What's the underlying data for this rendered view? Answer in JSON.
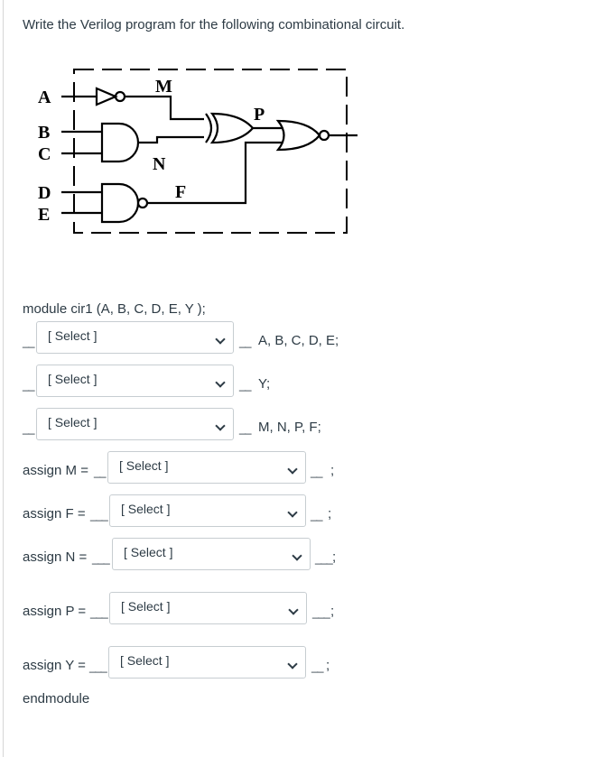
{
  "question": "Write the Verilog program for the following combinational circuit.",
  "circuit": {
    "inputs": [
      "A",
      "B",
      "C",
      "D",
      "E"
    ],
    "signals": [
      "M",
      "N",
      "F",
      "P"
    ],
    "output": "Y",
    "gates": [
      {
        "name": "M",
        "type": "NOT",
        "inputs": [
          "A"
        ]
      },
      {
        "name": "N",
        "type": "AND",
        "inputs": [
          "B",
          "C"
        ]
      },
      {
        "name": "F",
        "type": "NAND",
        "inputs": [
          "D",
          "E"
        ]
      },
      {
        "name": "P",
        "type": "XOR",
        "inputs": [
          "M",
          "N"
        ]
      },
      {
        "name": "Y",
        "type": "NOR",
        "inputs": [
          "P",
          "F"
        ]
      }
    ]
  },
  "code": {
    "module_line": "module cir1 (A, B, C, D, E, Y );",
    "select_placeholder": "[ Select ]",
    "blank": "__",
    "declarations": [
      {
        "prefix_blank": "__",
        "suffix_blank": "__",
        "suffix_text": "A, B, C, D, E;"
      },
      {
        "prefix_blank": "__",
        "suffix_blank": "__",
        "suffix_text": "Y;"
      },
      {
        "prefix_blank": "__",
        "suffix_blank": "__",
        "suffix_text": "M, N, P, F;"
      }
    ],
    "assigns": [
      {
        "label": "assign M =",
        "blank": "__",
        "end_blank": "__",
        "end": ";"
      },
      {
        "label": "assign F =",
        "blank": "___",
        "end_blank": "__",
        "end": ";"
      },
      {
        "label": "assign N =",
        "blank": "___",
        "end_blank": "___",
        "end": ";"
      },
      {
        "label": "assign P =",
        "blank": "___",
        "end_blank": "___",
        "end": ";"
      },
      {
        "label": "assign Y =",
        "blank": "___",
        "end_blank": "__",
        "end": ";"
      }
    ],
    "end_line": "endmodule"
  }
}
